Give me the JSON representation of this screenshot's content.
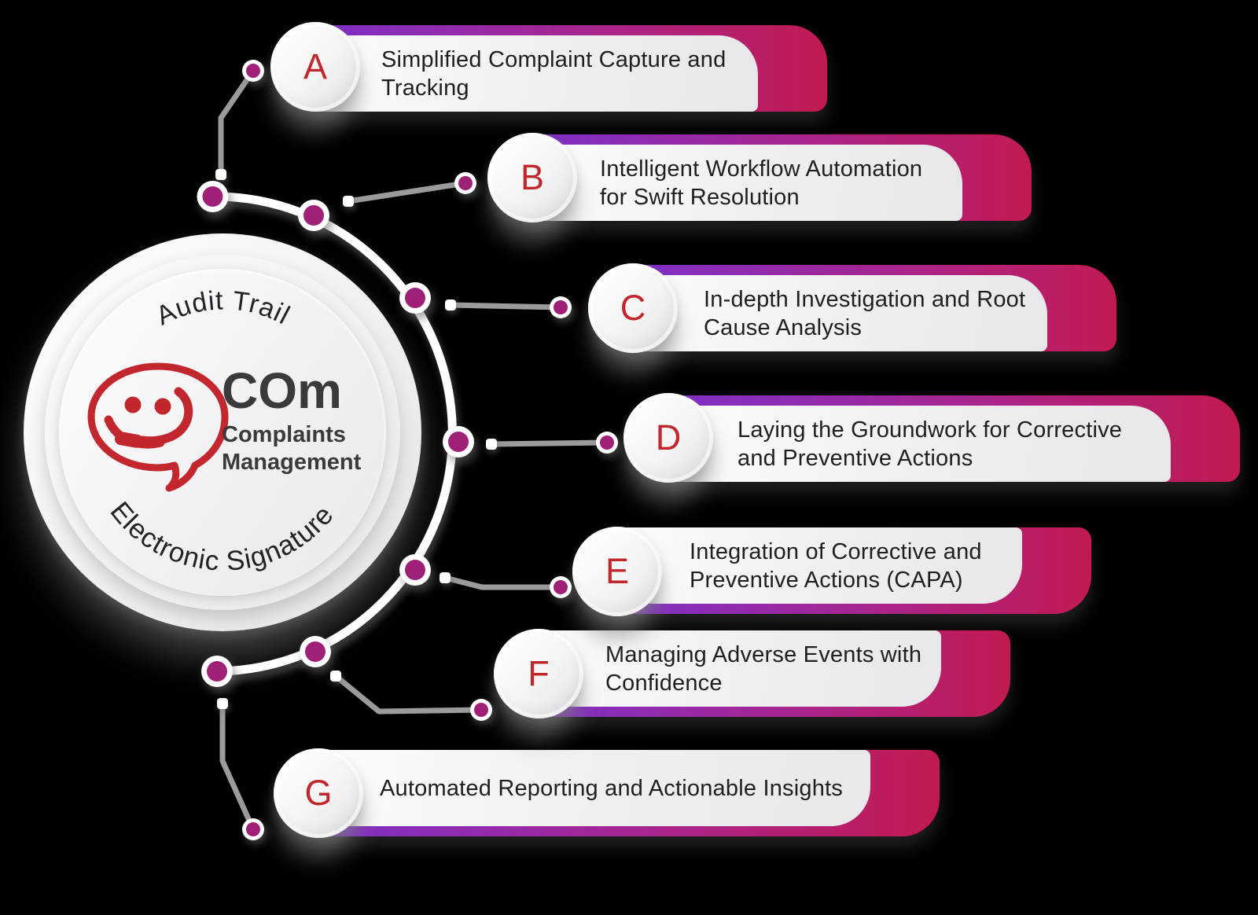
{
  "center": {
    "top_arc_label": "Audit Trail",
    "bottom_arc_label": "Electronic Signature",
    "logo_title": "COm",
    "logo_subtitle": "Complaints\nManagement",
    "logo_icon": "smiley-headset-speech-bubble-icon"
  },
  "items": [
    {
      "letter": "A",
      "label": "Simplified Complaint Capture and\nTracking"
    },
    {
      "letter": "B",
      "label": "Intelligent Workflow Automation\nfor Swift Resolution"
    },
    {
      "letter": "C",
      "label": "In-depth Investigation and Root\nCause Analysis"
    },
    {
      "letter": "D",
      "label": "Laying the Groundwork for Corrective\nand Preventive Actions"
    },
    {
      "letter": "E",
      "label": "Integration of Corrective and\nPreventive Actions (CAPA)"
    },
    {
      "letter": "F",
      "label": "Managing Adverse Events with\nConfidence"
    },
    {
      "letter": "G",
      "label": "Automated Reporting and Actionable Insights"
    }
  ],
  "colors": {
    "accent_purple": "#7e30c8",
    "accent_crimson": "#c11a52",
    "dot_magenta": "#a02077",
    "letter_red": "#c1272d",
    "logo_red": "#c1272d",
    "text_dark": "#1f1f22",
    "logo_text_dark": "#3a3a3c",
    "connector_gray": "#9b9b9b",
    "background": "#000000"
  }
}
